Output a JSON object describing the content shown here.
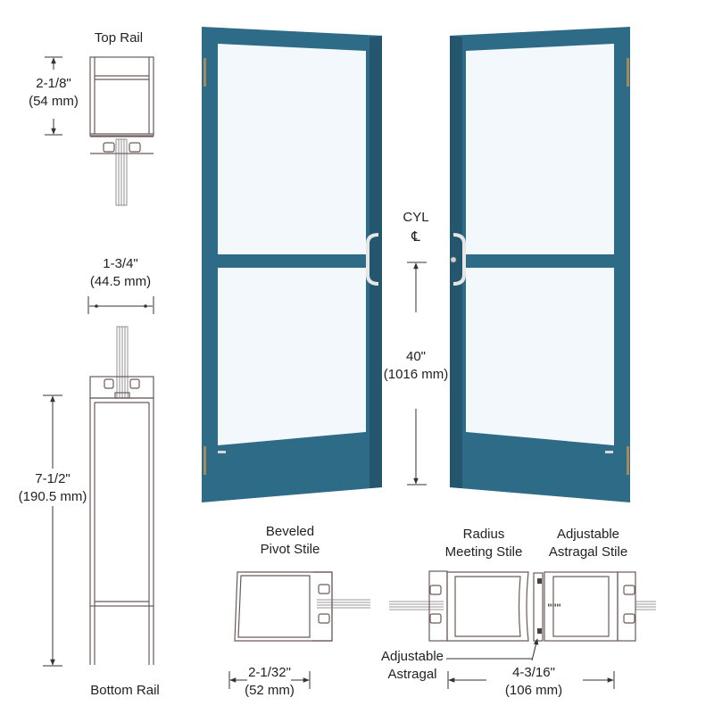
{
  "colors": {
    "door_frame": "#2e6b86",
    "door_frame_dark": "#24566d",
    "glass": "#f2f8fc",
    "hinge": "#a08a5e",
    "pull": "#e6e6e6",
    "line": "#333333",
    "profile": "#6b5a5a"
  },
  "top_rail": {
    "title": "Top Rail",
    "dim_in": "2-1/8\"",
    "dim_mm": "(54 mm)"
  },
  "bottom_rail": {
    "title": "Bottom Rail",
    "width_in": "1-3/4\"",
    "width_mm": "(44.5 mm)",
    "height_in": "7-1/2\"",
    "height_mm": "(190.5 mm)"
  },
  "center": {
    "cyl_label": "CYL",
    "centerline_symbol": "℄",
    "height_in": "40\"",
    "height_mm": "(1016 mm)"
  },
  "pivot_stile": {
    "title_line1": "Beveled",
    "title_line2": "Pivot Stile",
    "dim_in": "2-1/32\"",
    "dim_mm": "(52 mm)"
  },
  "meeting_stile": {
    "title_line1": "Radius",
    "title_line2": "Meeting Stile"
  },
  "astragal_stile": {
    "title_line1": "Adjustable",
    "title_line2": "Astragal Stile"
  },
  "astragal": {
    "label_line1": "Adjustable",
    "label_line2": "Astragal",
    "dim_in": "4-3/16\"",
    "dim_mm": "(106 mm)"
  }
}
